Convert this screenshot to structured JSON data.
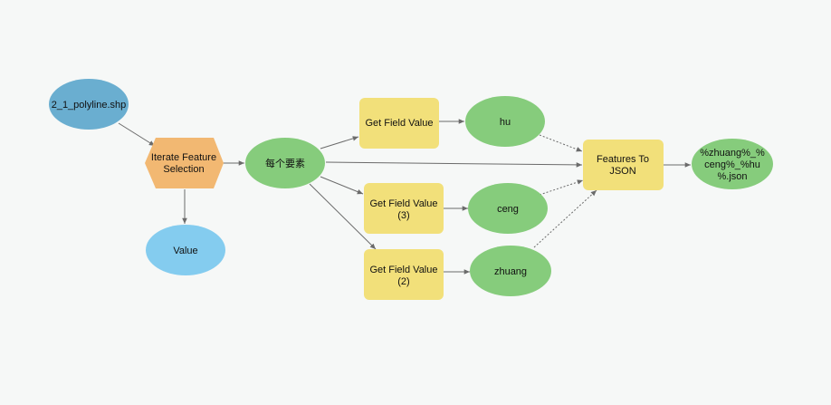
{
  "diagram": {
    "nodes": {
      "shp": {
        "label": "2_1_polyline.shp",
        "kind": "data",
        "color": "#6aaed0"
      },
      "iterate": {
        "label": [
          "Iterate Feature",
          "Selection"
        ],
        "kind": "iterator",
        "color": "#f2b872"
      },
      "value": {
        "label": "Value",
        "kind": "data",
        "color": "#84ccef"
      },
      "each": {
        "label": "每个要素",
        "kind": "variable",
        "color": "#86cc7c"
      },
      "gfv1": {
        "label": "Get Field Value",
        "kind": "tool",
        "color": "#f2e07a"
      },
      "gfv3": {
        "label": [
          "Get Field Value",
          "(3)"
        ],
        "kind": "tool",
        "color": "#f2e07a"
      },
      "gfv2": {
        "label": [
          "Get Field Value",
          "(2)"
        ],
        "kind": "tool",
        "color": "#f2e07a"
      },
      "hu": {
        "label": "hu",
        "kind": "variable",
        "color": "#86cc7c"
      },
      "ceng": {
        "label": "ceng",
        "kind": "variable",
        "color": "#86cc7c"
      },
      "zhuang": {
        "label": "zhuang",
        "kind": "variable",
        "color": "#86cc7c"
      },
      "f2j": {
        "label": [
          "Features To",
          "JSON"
        ],
        "kind": "tool",
        "color": "#f2e07a"
      },
      "out": {
        "label": [
          "%zhuang%_%",
          "ceng%_%hu",
          "%.json"
        ],
        "kind": "variable",
        "color": "#86cc7c"
      }
    },
    "edge_color": "#6b6b6b"
  }
}
